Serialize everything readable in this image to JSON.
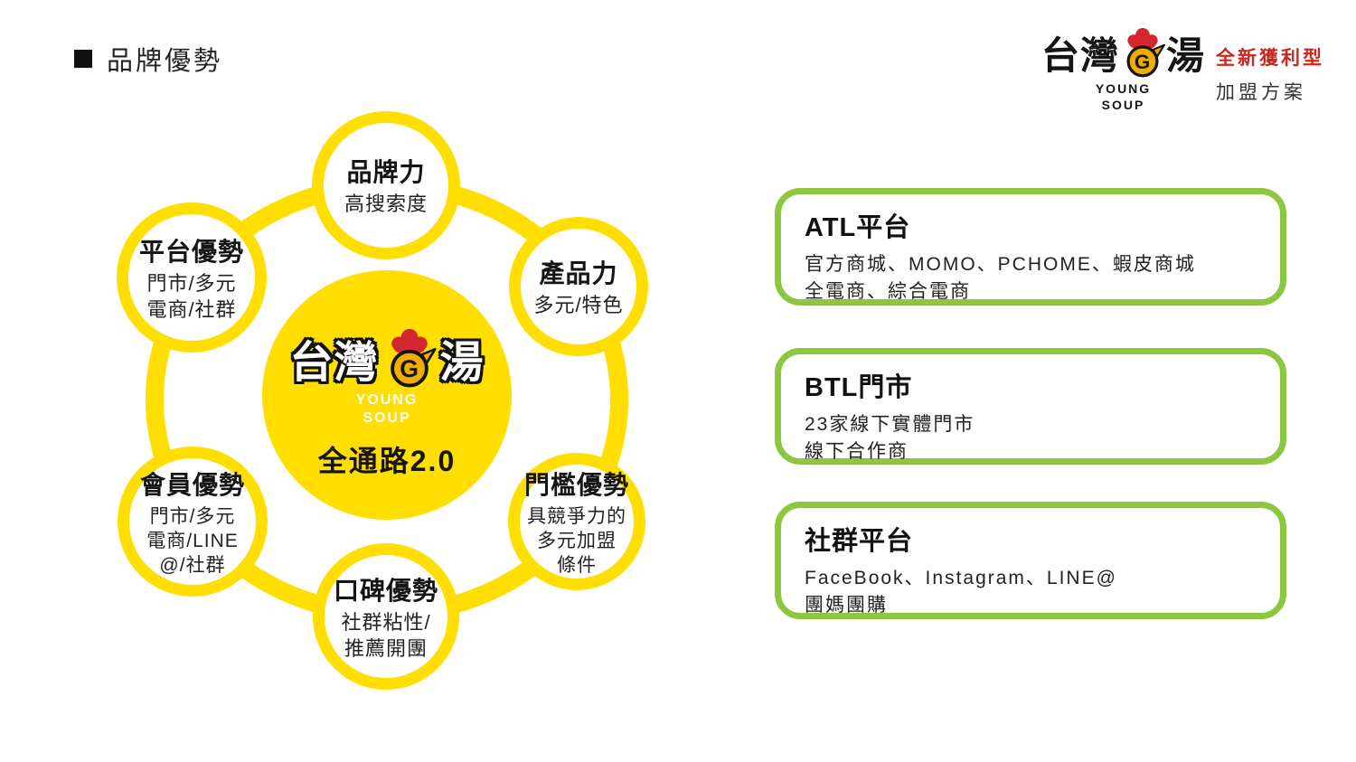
{
  "page": {
    "title": "品牌優勢"
  },
  "brand": {
    "name_left": "台灣",
    "g": "G",
    "name_right": "湯",
    "sub": [
      "YOUNG",
      "SOUP"
    ],
    "tag_line1": "全新獲利型",
    "tag_line2": "加盟方案"
  },
  "hub": {
    "name_left": "台灣",
    "g": "G",
    "name_right": "湯",
    "sub": [
      "YOUNG",
      "SOUP"
    ],
    "caption": "全通路2.0"
  },
  "nodes": [
    {
      "title": "品牌力",
      "lines": [
        "高搜索度"
      ]
    },
    {
      "title": "平台優勢",
      "lines": [
        "門市/多元",
        "電商/社群"
      ]
    },
    {
      "title": "產品力",
      "lines": [
        "多元/特色"
      ]
    },
    {
      "title": "會員優勢",
      "lines": [
        "門市/多元",
        "電商/LINE",
        "@/社群"
      ]
    },
    {
      "title": "門檻優勢",
      "lines": [
        "具競爭力的",
        "多元加盟",
        "條件"
      ]
    },
    {
      "title": "口碑優勢",
      "lines": [
        "社群粘性/",
        "推薦開團"
      ]
    }
  ],
  "panels": [
    {
      "title": "ATL平台",
      "lines": [
        "官方商城、MOMO、PCHOME、蝦皮商城",
        "全電商、綜合電商"
      ]
    },
    {
      "title": "BTL門市",
      "lines": [
        "23家線下實體門市",
        "線下合作商"
      ]
    },
    {
      "title": "社群平台",
      "lines": [
        "FaceBook、Instagram、LINE@",
        "團媽團購"
      ]
    }
  ],
  "colors": {
    "yellow": "#FFDE00",
    "amber": "#F0AD00",
    "green": "#8DC63F",
    "hat_red": "#D22730",
    "tag_red": "#C8281E"
  }
}
